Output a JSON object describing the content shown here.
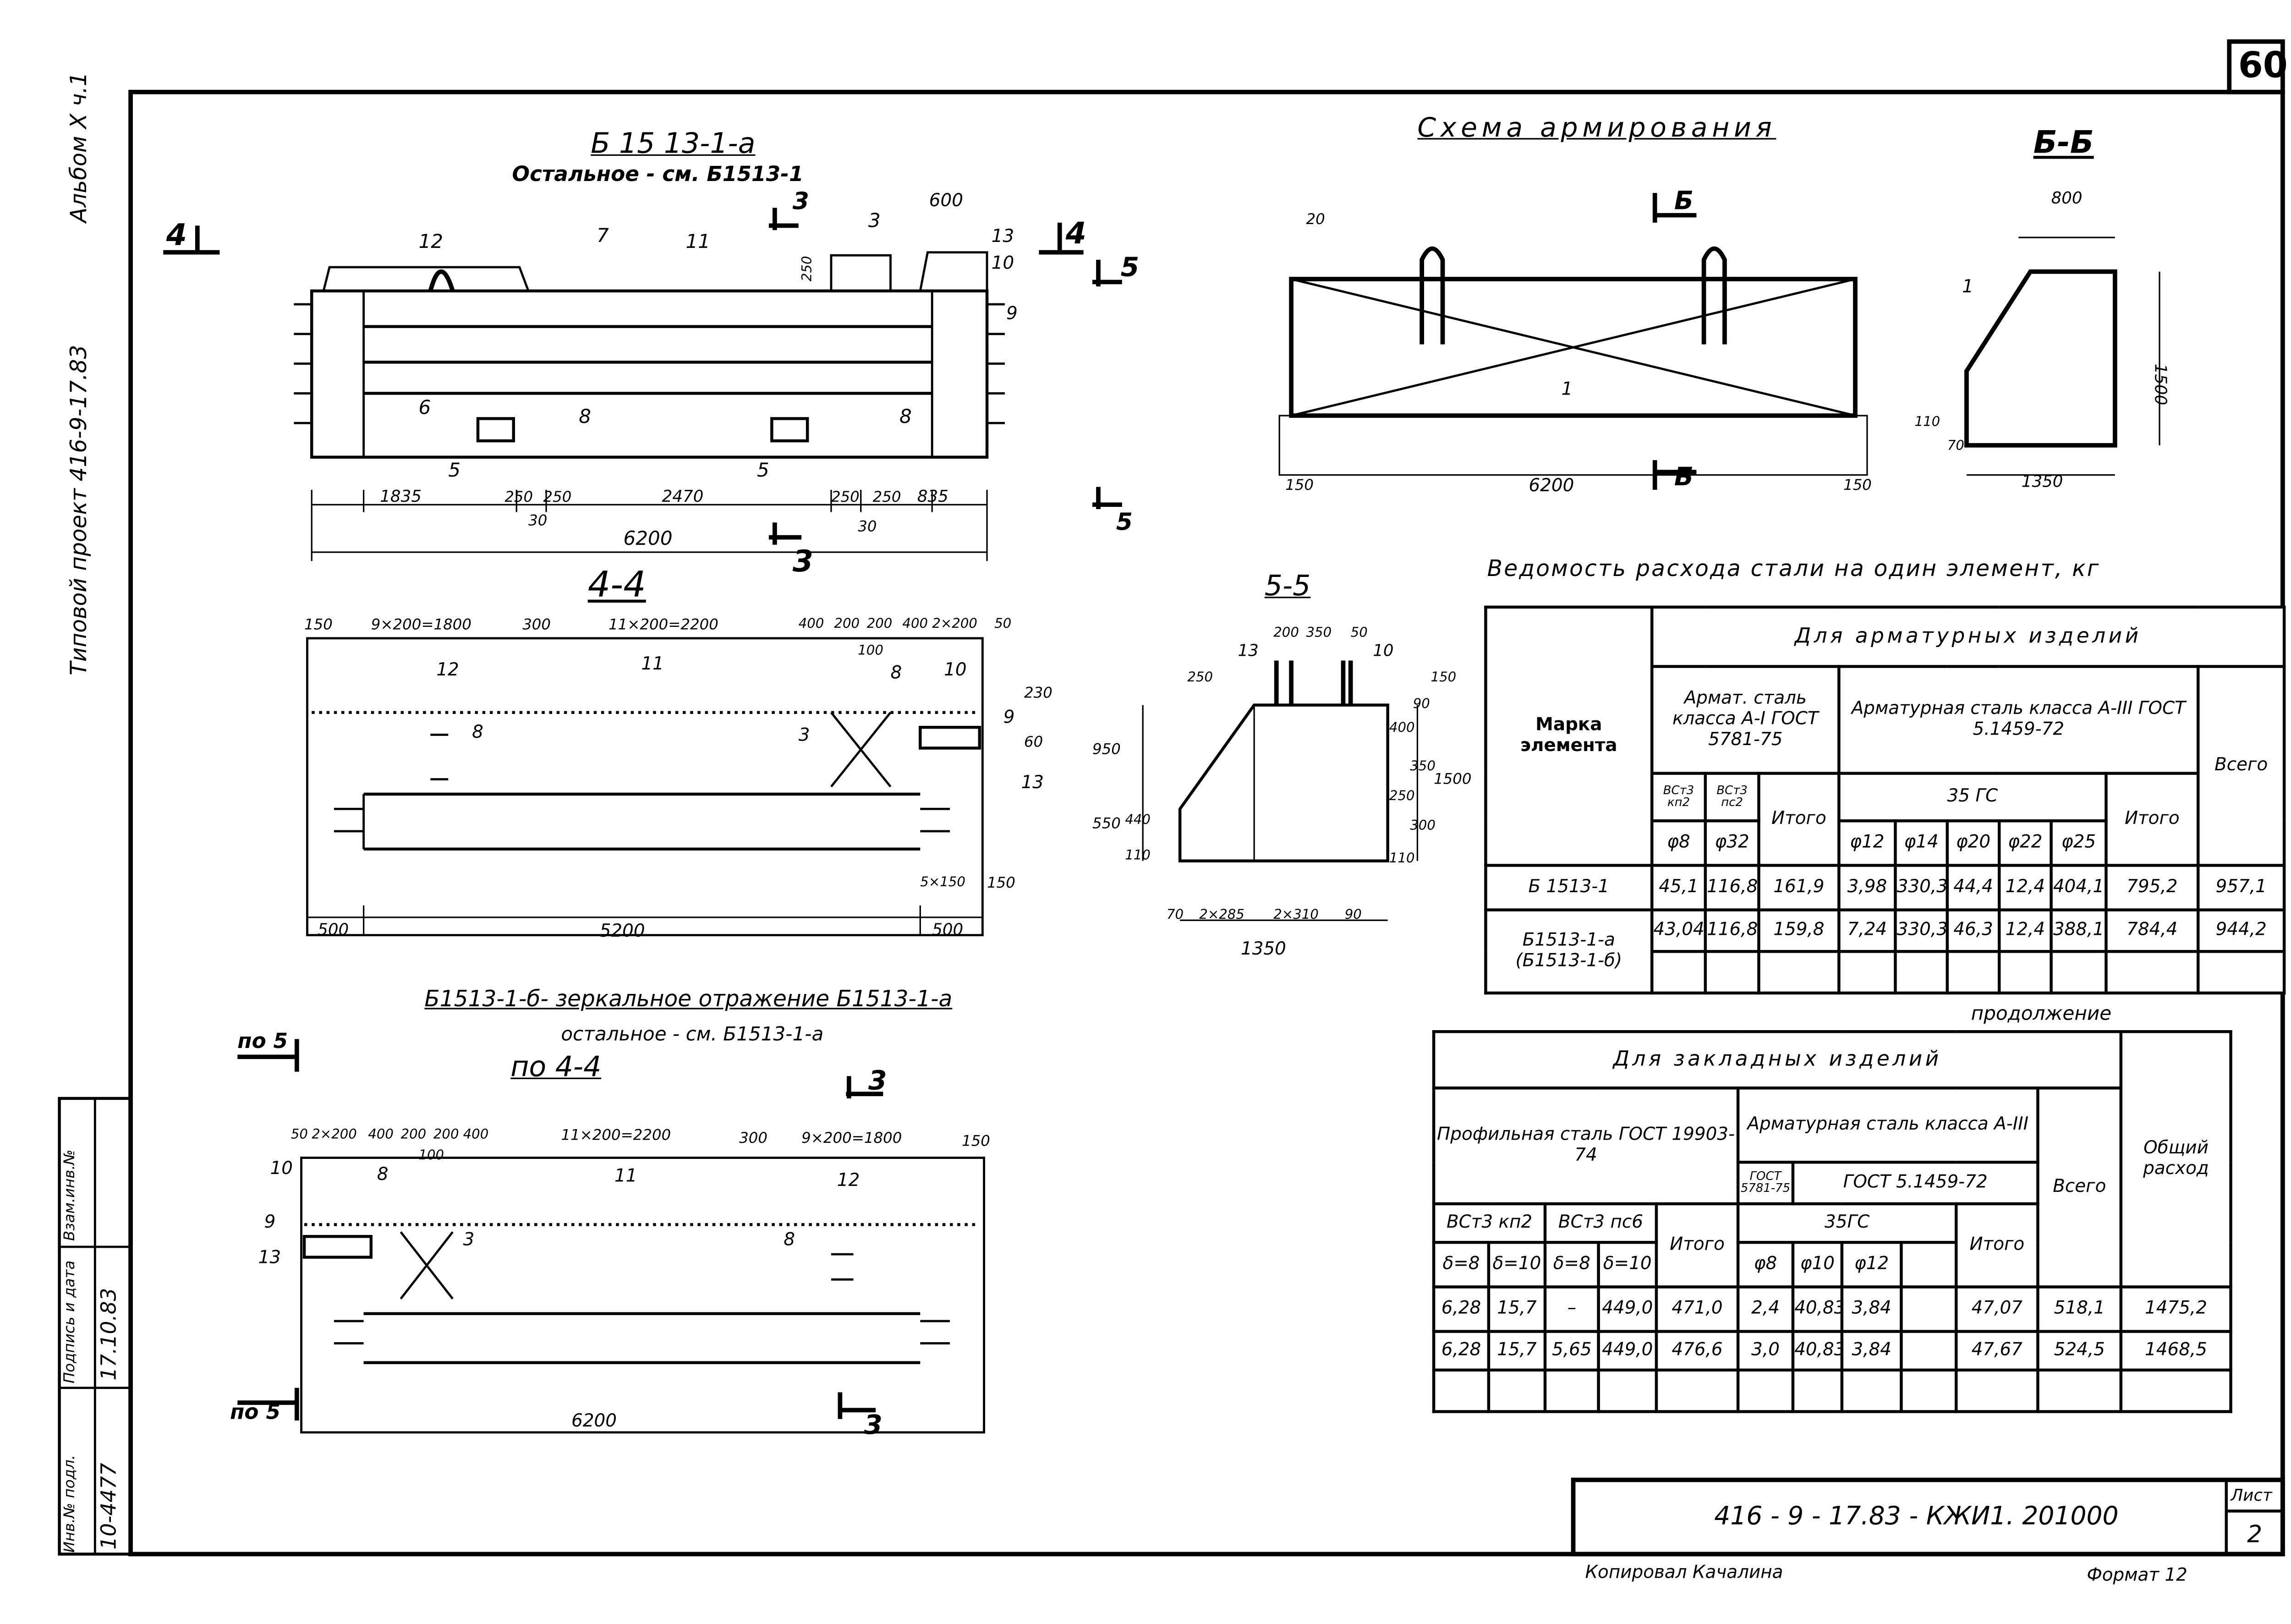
{
  "sheet_number": "60",
  "margin": {
    "album": "Альбом X ч.1",
    "project": "Типовой проект 416-9-17.83",
    "stamp": {
      "inv_label": "Инв.№ подл.",
      "sign_label": "Подпись и дата",
      "replace_label": "Взам.инв.№",
      "inv_value": "10-4477",
      "date_value": "17.10.83"
    }
  },
  "view_main": {
    "title": "Б 15 13-1-а",
    "subtitle": "Остальное - см. Б1513-1",
    "section_marks": {
      "s3": "3",
      "s4": "4",
      "s5": "5"
    },
    "positions": [
      "12",
      "7",
      "11",
      "3",
      "13",
      "10",
      "9",
      "6",
      "8",
      "8",
      "5",
      "5"
    ],
    "dims": {
      "d1835": "1835",
      "d250": "250",
      "d2470": "2470",
      "d835": "835",
      "d30": "30",
      "d6200": "6200",
      "d600": "600",
      "d250v": "250"
    }
  },
  "section_44": {
    "title": "4-4",
    "dims": {
      "d150": "150",
      "d1800": "9×200=1800",
      "d300": "300",
      "d2200": "11×200=2200",
      "d400": "400",
      "d200": "200",
      "d2x200": "400 2×200",
      "d50": "50",
      "d100": "100",
      "d500": "500",
      "d5200": "5200",
      "d230": "230",
      "d60": "60",
      "d150b": "150",
      "d150c": "5×150"
    },
    "positions": [
      "12",
      "11",
      "8",
      "10",
      "3",
      "9",
      "13",
      "8"
    ]
  },
  "mirror": {
    "note": "Б1513-1-б- зеркальное отражение Б1513-1-а",
    "note2": "остальное - см. Б1513-1-а",
    "title": "по 4-4",
    "po5": "по 5",
    "dims": {
      "d50": "50",
      "d2x200": "2×200",
      "d400": "400",
      "d200": "200",
      "d100": "100",
      "d2200": "11×200=2200",
      "d300": "300",
      "d1800": "9×200=1800",
      "d150": "150",
      "d6200": "6200"
    },
    "positions": [
      "10",
      "8",
      "11",
      "12",
      "9",
      "13",
      "3",
      "8"
    ]
  },
  "scheme": {
    "title": "Схема армирования",
    "mark": "Б",
    "pos": "1",
    "dims": {
      "d20": "20",
      "d150": "150",
      "d6200": "6200"
    }
  },
  "section_bb": {
    "title": "Б-Б",
    "pos": "1",
    "dims": {
      "d800": "800",
      "d1500": "1500",
      "d1350": "1350",
      "d110": "110",
      "d70": "70"
    }
  },
  "section_55": {
    "title": "5-5",
    "pos": [
      "13",
      "10"
    ],
    "dims": {
      "d200": "200",
      "d350": "350",
      "d50": "50",
      "d250": "250",
      "d950": "950",
      "d550": "550",
      "d440": "440",
      "d110": "110",
      "d70": "70",
      "d2x285": "2×285",
      "d2x310": "2×310",
      "d90": "90",
      "d1350": "1350",
      "d400": "400",
      "d350b": "350",
      "d250b": "250",
      "d300": "300",
      "d1500": "1500",
      "d150": "150",
      "d90b": "90",
      "d110b": "110"
    }
  },
  "steel_table": {
    "title": "Ведомость расхода стали на один элемент, кг",
    "group": "Для арматурных изделий",
    "mark_header": "Марка элемента",
    "a1_header": "Армат. сталь класса А-I ГОСТ 5781-75",
    "a3_header": "Арматурная сталь класса А-III ГОСТ 5.1459-72",
    "grade1": "ВСт3 кп2",
    "grade2": "ВСт3 пс2",
    "grade3": "35 ГС",
    "total": "Итого",
    "all": "Всего",
    "diameters": [
      "φ8",
      "φ32",
      "φ12",
      "φ14",
      "φ20",
      "φ22",
      "φ25"
    ],
    "rows": [
      {
        "mark": "Б 1513-1",
        "values": [
          "45,1",
          "116,8",
          "161,9",
          "3,98",
          "330,3",
          "44,4",
          "12,4",
          "404,1",
          "795,2",
          "957,1"
        ]
      },
      {
        "mark": "Б1513-1-а (Б1513-1-б)",
        "values": [
          "43,04",
          "116,8",
          "159,8",
          "7,24",
          "330,3",
          "46,3",
          "12,4",
          "388,1",
          "784,4",
          "944,2"
        ]
      }
    ]
  },
  "embed_table": {
    "continuation": "продолжение",
    "group": "Для закладных изделий",
    "profile_header": "Профильная сталь ГОСТ 19903-74",
    "a3_header": "Арматурная сталь класса А-III",
    "gost1": "ГОСТ 5781-75",
    "gost2": "ГОСТ 5.1459-72",
    "grade1": "ВСт3 кп2",
    "grade2": "ВСт3 пс6",
    "grade3": "35ГС",
    "total": "Итого",
    "all": "Всего",
    "overall": "Общий расход",
    "subcols": [
      "δ=8",
      "δ=10",
      "δ=8",
      "δ=10",
      "φ8",
      "φ10",
      "φ12"
    ],
    "rows": [
      {
        "values": [
          "6,28",
          "15,7",
          "–",
          "449,0",
          "471,0",
          "2,4",
          "40,83",
          "3,84",
          "",
          "47,07",
          "518,1",
          "1475,2"
        ]
      },
      {
        "values": [
          "6,28",
          "15,7",
          "5,65",
          "449,0",
          "476,6",
          "3,0",
          "40,83",
          "3,84",
          "",
          "47,67",
          "524,5",
          "1468,5"
        ]
      }
    ]
  },
  "title_block": {
    "code": "416 - 9 - 17.83 - КЖИ1. 201000",
    "sheet_label": "Лист",
    "sheet_value": "2",
    "copied": "Копировал Качалина",
    "format": "Формат 12"
  }
}
